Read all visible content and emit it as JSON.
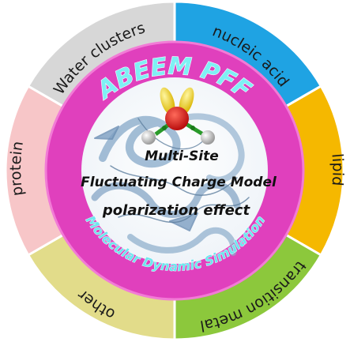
{
  "segments": [
    {
      "label": "Water clusters",
      "color": "#1fa3e3"
    },
    {
      "label": "nucleic acid",
      "color": "#f5b800"
    },
    {
      "label": "lipid",
      "color": "#8cc83c"
    },
    {
      "label": "transition metal",
      "color": "#e2dc8a"
    },
    {
      "label": "other",
      "color": "#f7c6c8"
    },
    {
      "label": "protein",
      "color": "#d7d7d7"
    }
  ],
  "ring": {
    "color": "#e040bd",
    "top_label": "ABEEM PFF",
    "bottom_label": "Molecular Dynamic Simulation"
  },
  "center": {
    "line1": "Multi-Site",
    "line2": "Fluctuating Charge Model",
    "line3": "polarization effect"
  },
  "icons": {
    "molecule": "water-molecule-icon",
    "structure": "protein-ribbon-image"
  }
}
